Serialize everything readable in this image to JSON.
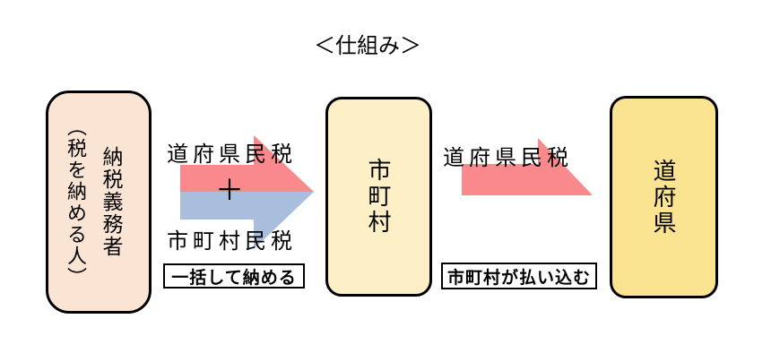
{
  "title": "＜仕組み＞",
  "colors": {
    "taxpayer_box_fill": "#FAE5D5",
    "municipality_box_fill": "#FDF0C6",
    "prefecture_box_fill": "#FBE491",
    "prefectural_tax_arrow": "#F9898C",
    "municipal_tax_arrow": "#A9BDDC",
    "outline": "#000000"
  },
  "taxpayer_box": {
    "label": "納税義務者",
    "sublabel": "（税を納める人）"
  },
  "municipality_box": {
    "label": "市町村"
  },
  "prefecture_box": {
    "label": "道府県"
  },
  "flow_taxpayer_to_municipality": {
    "prefectural_tax_label": "道府県民税",
    "plus_sign": "＋",
    "municipal_tax_label": "市町村民税",
    "note": "一括して納める"
  },
  "flow_municipality_to_prefecture": {
    "prefectural_tax_label": "道府県民税",
    "note": "市町村が払い込む"
  }
}
